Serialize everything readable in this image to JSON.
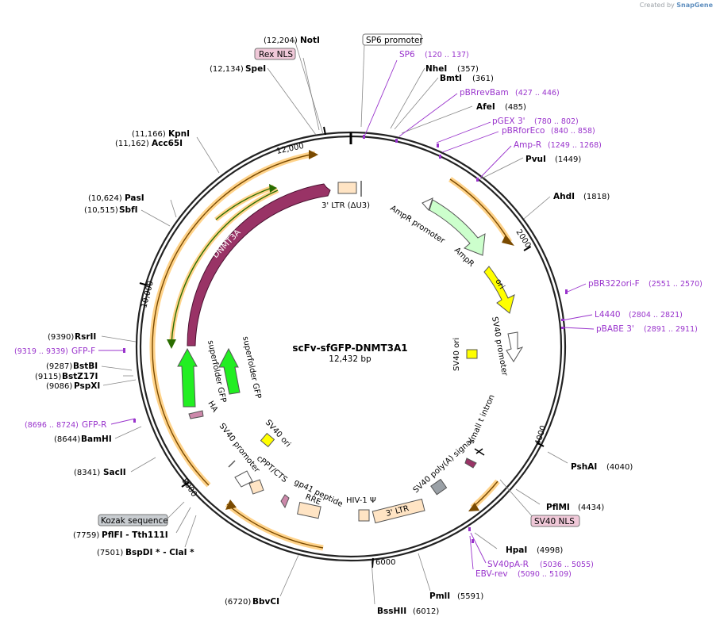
{
  "credit": {
    "prefix": "Created by",
    "brand": "SnapGene"
  },
  "plasmid": {
    "name": "scFv-sfGFP-DNMT3A1",
    "length": 12432,
    "length_label": "12,432 bp"
  },
  "tick_labels": [
    "2000",
    "4000",
    "6000",
    "8000",
    "10,000",
    "12,000"
  ],
  "sites": [
    {
      "name": "NotI",
      "pos": "(12,204)"
    },
    {
      "name": "SpeI",
      "pos": "(12,134)"
    },
    {
      "name": "KpnI",
      "pos": "(11,166)"
    },
    {
      "name": "Acc65I",
      "pos": "(11,162)"
    },
    {
      "name": "PasI",
      "pos": "(10,624)"
    },
    {
      "name": "SbfI",
      "pos": "(10,515)"
    },
    {
      "name": "RsrII",
      "pos": "(9390)"
    },
    {
      "name": "BstBI",
      "pos": "(9287)"
    },
    {
      "name": "BstZ17I",
      "pos": "(9115)"
    },
    {
      "name": "PspXI",
      "pos": "(9086)"
    },
    {
      "name": "BamHI",
      "pos": "(8644)"
    },
    {
      "name": "SacII",
      "pos": "(8341)"
    },
    {
      "name": "PflFI - Tth111I",
      "pos": "(7759)"
    },
    {
      "name": "BspDI * - ClaI *",
      "pos": "(7501)"
    },
    {
      "name": "BbvCI",
      "pos": "(6720)"
    },
    {
      "name": "BssHII",
      "pos": "(6012)"
    },
    {
      "name": "PmlI",
      "pos": "(5591)"
    },
    {
      "name": "HpaI",
      "pos": "(4998)"
    },
    {
      "name": "PflMI",
      "pos": "(4434)"
    },
    {
      "name": "PshAI",
      "pos": "(4040)"
    },
    {
      "name": "AhdI",
      "pos": "(1818)"
    },
    {
      "name": "PvuI",
      "pos": "(1449)"
    },
    {
      "name": "AfeI",
      "pos": "(485)"
    },
    {
      "name": "BmtI",
      "pos": "(361)"
    },
    {
      "name": "NheI",
      "pos": "(357)"
    }
  ],
  "primers": [
    {
      "name": "SP6",
      "range": "(120 .. 137)"
    },
    {
      "name": "pBRrevBam",
      "range": "(427 .. 446)"
    },
    {
      "name": "pGEX 3'",
      "range": "(780 .. 802)"
    },
    {
      "name": "pBRforEco",
      "range": "(840 .. 858)"
    },
    {
      "name": "Amp-R",
      "range": "(1249 .. 1268)"
    },
    {
      "name": "pBR322ori-F",
      "range": "(2551 .. 2570)"
    },
    {
      "name": "L4440",
      "range": "(2804 .. 2821)"
    },
    {
      "name": "pBABE 3'",
      "range": "(2891 .. 2911)"
    },
    {
      "name": "SV40pA-R",
      "range": "(5036 .. 5055)"
    },
    {
      "name": "EBV-rev",
      "range": "(5090 .. 5109)"
    },
    {
      "name": "GFP-R",
      "range": "(8696 .. 8724)"
    },
    {
      "name": "GFP-F",
      "range": "(9319 .. 9339)"
    }
  ],
  "boxed_labels": [
    "SP6 promoter",
    "Rex NLS",
    "SV40 NLS",
    "Kozak sequence"
  ],
  "features": [
    "3' LTR (ΔU3)",
    "AmpR promoter",
    "AmpR",
    "ori",
    "SV40 promoter",
    "SV40 ori",
    "small t intron",
    "SV40 poly(A) signal",
    "3' LTR",
    "HIV-1 Ψ",
    "RRE",
    "gp41 peptide",
    "cPPT/CTS",
    "SV40 promoter",
    "SV40 ori",
    "HA",
    "superfolder GFP",
    "superfolder GFP",
    "DNMT3A"
  ],
  "colors": {
    "backbone": "#222222",
    "primer": "#9933cc",
    "orf": "#ffa500",
    "dnmt3a": "#993366",
    "sfgfp": "#22ee22",
    "ampr": "#ccffcc",
    "ori": "#ffff00",
    "ltr": "#ffe4c4",
    "boxed_pink": "#f0c8d8",
    "boxed_grey": "#c8ccd0"
  }
}
